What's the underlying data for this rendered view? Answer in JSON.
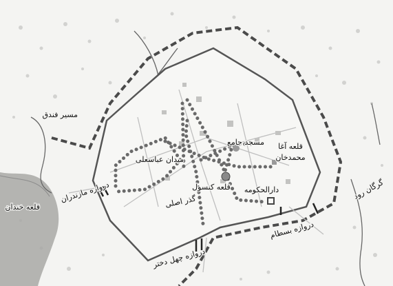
{
  "map": {
    "labels": {
      "fandogh_route": "مسیر فندق",
      "khandan_castle": "قلعه خندان",
      "mazandaran_gate": "دروازه مازندران",
      "abbasali_square": "میدان عباسعلی",
      "jame_mosque": "مسجد جامع",
      "agha_mohammad_castle_1": "قلعه آغا",
      "agha_mohammad_castle_2": "محمدخان",
      "consul_castle": "قلعه کنسول",
      "dar_al_hokumeh": "دارالحکومه",
      "main_crossing": "گذر اصلی",
      "bastam_gate": "دروازه بسطام",
      "chehel_dokhtar_gate": "دروازه چهل دختر",
      "gorgan_river": "گرگان رود"
    },
    "colors": {
      "background": "#f4f4f2",
      "wall": "#555555",
      "dashed_moat": "#4a4a4a",
      "dotted_paths": "#6a6a6a",
      "river": "#9e9e9e",
      "blocks": "#bdbdbd",
      "landmark": "#8a8a8a"
    },
    "legend_icons": [
      "gate-icon",
      "landmark-circle-icon",
      "castle-square-icon"
    ]
  }
}
